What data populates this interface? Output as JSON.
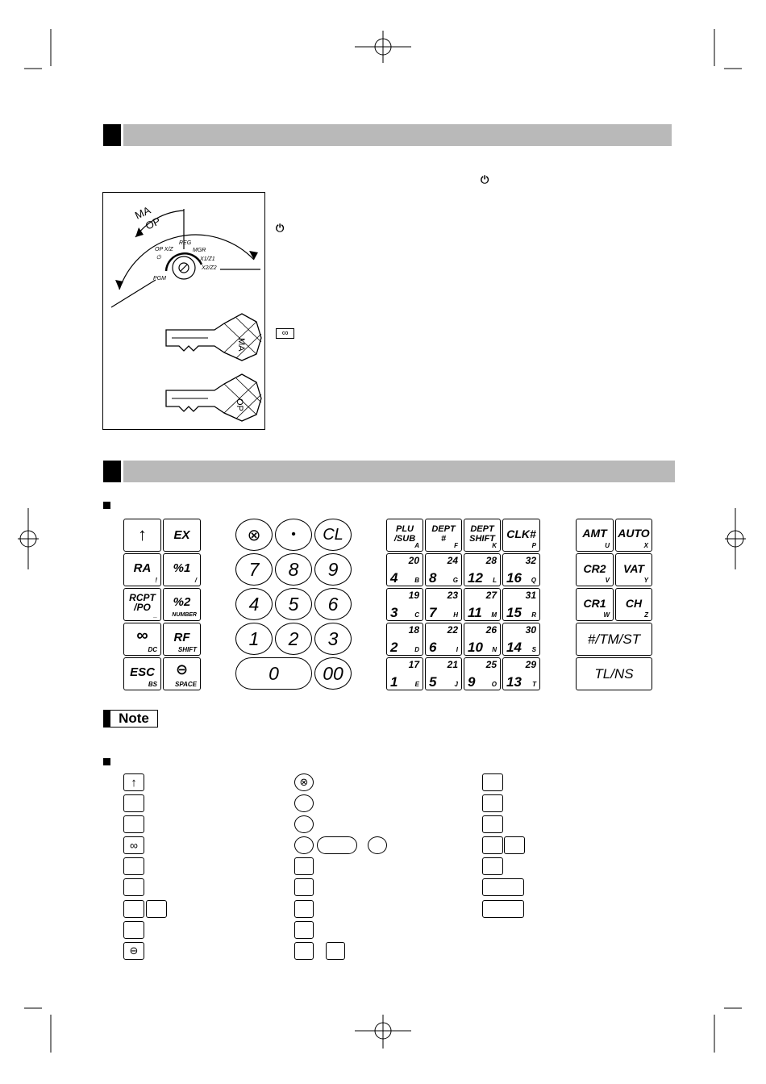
{
  "mode_dial": {
    "key_ma_label": "MA",
    "key_op_label": "OP",
    "positions": {
      "op_xz": "OP X/Z",
      "reg": "REG",
      "mgr": "MGR",
      "x1z1": "X1/Z1",
      "x2z2": "X2/Z2",
      "pgm": "PGM",
      "off": "⏻"
    },
    "legend_off_symbol": "⏻",
    "legend_void_symbol": "∞"
  },
  "keyboard": {
    "left": [
      {
        "label": "↑",
        "sub": ""
      },
      {
        "label": "EX",
        "sub": ""
      },
      {
        "label": "RA",
        "sub": "!"
      },
      {
        "label": "%1",
        "sub": "/"
      },
      {
        "label": "RCPT\n/PO",
        "sub": "_"
      },
      {
        "label": "%2",
        "sub": "NUMBER"
      },
      {
        "label": "∞",
        "sub": "DC"
      },
      {
        "label": "RF",
        "sub": "SHIFT"
      },
      {
        "label": "ESC",
        "sub": "BS"
      },
      {
        "label": "⊖",
        "sub": "SPACE"
      }
    ],
    "numpad": [
      "⊗",
      "•",
      "CL",
      "7",
      "8",
      "9",
      "4",
      "5",
      "6",
      "1",
      "2",
      "3",
      "0",
      "00"
    ],
    "dept_top": [
      {
        "label": "PLU\n/SUB",
        "sub": "A"
      },
      {
        "label": "DEPT\n#",
        "sub": "F"
      },
      {
        "label": "DEPT\nSHIFT",
        "sub": "K"
      },
      {
        "label": "CLK#",
        "sub": "P"
      }
    ],
    "dept": [
      [
        {
          "top": "20",
          "big": "4",
          "sub": "B"
        },
        {
          "top": "24",
          "big": "8",
          "sub": "G"
        },
        {
          "top": "28",
          "big": "12",
          "sub": "L"
        },
        {
          "top": "32",
          "big": "16",
          "sub": "Q"
        }
      ],
      [
        {
          "top": "19",
          "big": "3",
          "sub": "C"
        },
        {
          "top": "23",
          "big": "7",
          "sub": "H"
        },
        {
          "top": "27",
          "big": "11",
          "sub": "M"
        },
        {
          "top": "31",
          "big": "15",
          "sub": "R"
        }
      ],
      [
        {
          "top": "18",
          "big": "2",
          "sub": "D"
        },
        {
          "top": "22",
          "big": "6",
          "sub": "I"
        },
        {
          "top": "26",
          "big": "10",
          "sub": "N"
        },
        {
          "top": "30",
          "big": "14",
          "sub": "S"
        }
      ],
      [
        {
          "top": "17",
          "big": "1",
          "sub": "E"
        },
        {
          "top": "21",
          "big": "5",
          "sub": "J"
        },
        {
          "top": "25",
          "big": "9",
          "sub": "O"
        },
        {
          "top": "29",
          "big": "13",
          "sub": "T"
        }
      ]
    ],
    "right": [
      {
        "label": "AMT",
        "sub": "U"
      },
      {
        "label": "AUTO",
        "sub": "X"
      },
      {
        "label": "CR2",
        "sub": "V"
      },
      {
        "label": "VAT",
        "sub": "Y"
      },
      {
        "label": "CR1",
        "sub": "W"
      },
      {
        "label": "CH",
        "sub": "Z"
      }
    ],
    "wide": [
      "#/TM/ST",
      "TL/NS"
    ]
  },
  "note_label": "Note",
  "legend_symbols": {
    "up": "↑",
    "multiply": "⊗",
    "void": "∞",
    "minus": "⊖"
  }
}
